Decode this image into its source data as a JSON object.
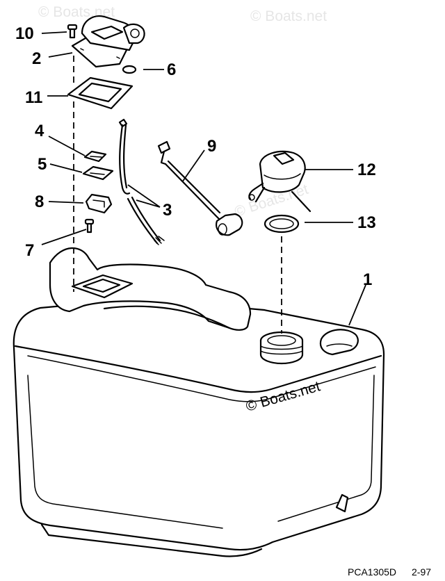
{
  "watermark": {
    "text": "© Boats.net"
  },
  "callouts": {
    "c1": "1",
    "c2": "2",
    "c3": "3",
    "c4": "4",
    "c5": "5",
    "c6": "6",
    "c7": "7",
    "c8": "8",
    "c9": "9",
    "c10": "10",
    "c11": "11",
    "c12": "12",
    "c13": "13"
  },
  "footer": {
    "figure_code": "PCA1305D",
    "date_code": "2-97"
  },
  "colors": {
    "ink": "#000000",
    "paper": "#ffffff",
    "watermark": "#e6e6e6"
  }
}
